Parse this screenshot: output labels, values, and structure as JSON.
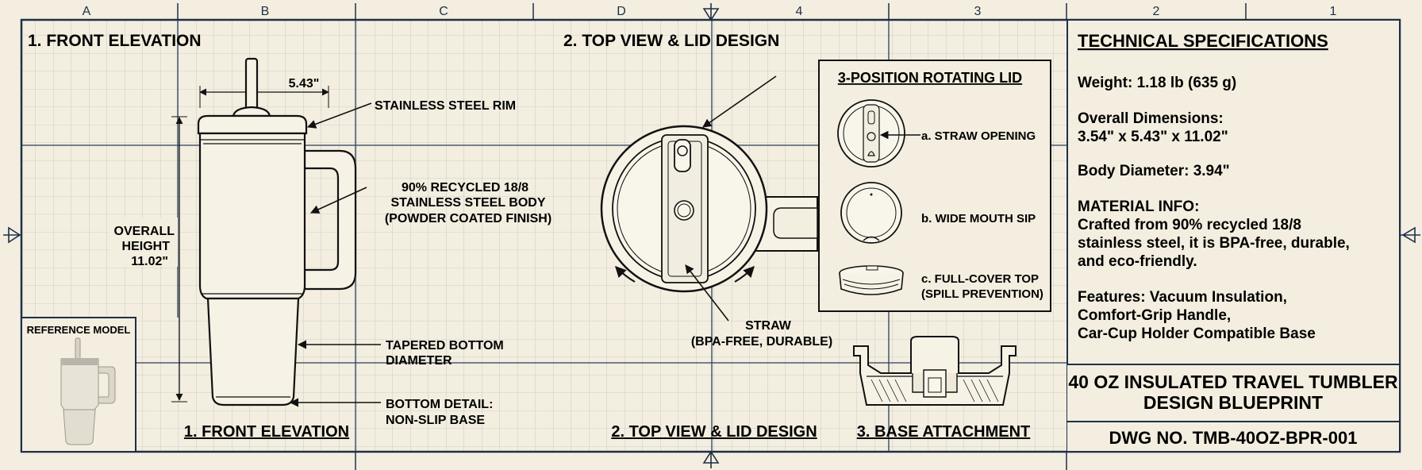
{
  "grid": {
    "top_labels": [
      "A",
      "B",
      "C",
      "D",
      "4",
      "3",
      "2",
      "1"
    ]
  },
  "front": {
    "title": "1. FRONT ELEVATION",
    "caption": "1. FRONT ELEVATION",
    "width_dim": "5.43\"",
    "height_label": [
      "OVERALL",
      "HEIGHT",
      "11.02\""
    ],
    "callout_rim": "STAINLESS STEEL RIM",
    "callout_body": [
      "90% RECYCLED 18/8",
      "STAINLESS STEEL BODY",
      "(POWDER COATED FINISH)"
    ],
    "callout_tapered": [
      "TAPERED BOTTOM",
      "DIAMETER"
    ],
    "callout_bottom": [
      "BOTTOM DETAIL:",
      "NON-SLIP BASE"
    ],
    "reference_label": "REFERENCE MODEL"
  },
  "top": {
    "title": "2. TOP VIEW & LID DESIGN",
    "caption": "2. TOP VIEW & LID DESIGN",
    "straw_label": [
      "STRAW",
      "(BPA-FREE, DURABLE)"
    ],
    "lid_box_title": "3-POSITION ROTATING LID",
    "lid_a": "a. STRAW OPENING",
    "lid_b": "b. WIDE MOUTH SIP",
    "lid_c": [
      "c. FULL-COVER TOP",
      "(SPILL PREVENTION)"
    ]
  },
  "base": {
    "caption": "3. BASE ATTACHMENT"
  },
  "specs": {
    "title": "TECHNICAL SPECIFICATIONS",
    "weight": "Weight: 1.18 lb (635 g)",
    "dims": [
      "Overall Dimensions:",
      "3.54\" x 5.43\" x 11.02\""
    ],
    "diameter": "Body Diameter: 3.94\"",
    "material": [
      "MATERIAL INFO:",
      "Crafted from 90% recycled 18/8",
      "stainless steel, it is BPA-free, durable,",
      "and eco-friendly."
    ],
    "features": [
      "Features: Vacuum Insulation,",
      "Comfort-Grip Handle,",
      "Car-Cup Holder Compatible Base"
    ]
  },
  "title_block": {
    "title": [
      "40 OZ INSULATED TRAVEL TUMBLER",
      "DESIGN BLUEPRINT"
    ],
    "dwg": "DWG NO. TMB-40OZ-BPR-001"
  }
}
